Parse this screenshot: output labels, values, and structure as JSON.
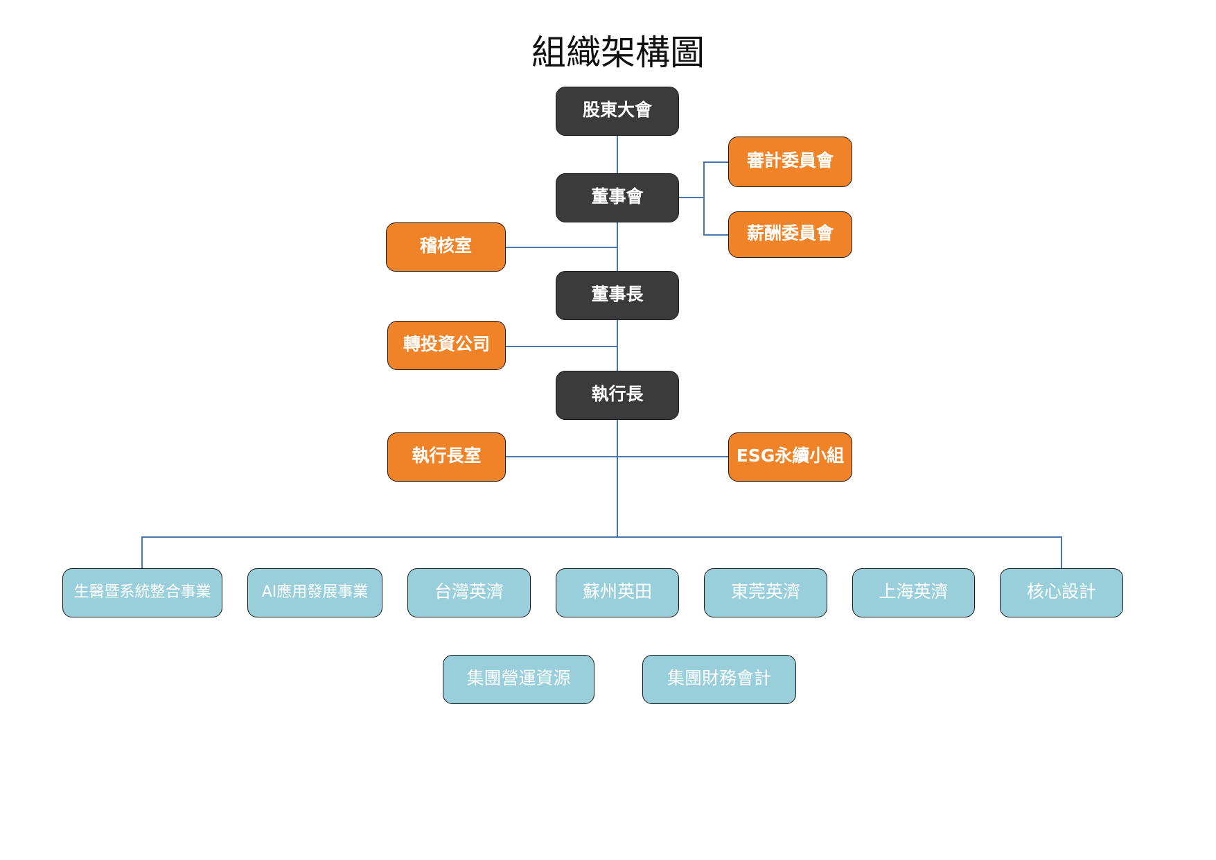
{
  "title": "組織架構圖",
  "colors": {
    "leadership": "#3b3b3b",
    "committee": "#f08228",
    "division": "#99cfdb",
    "connector": "#4a76b0"
  },
  "leadership": [
    "股東大會",
    "董事會",
    "董事長",
    "執行長"
  ],
  "board_committees": [
    "審計委員會",
    "薪酬委員會"
  ],
  "staff_units": {
    "audit": "稽核室",
    "investment": "轉投資公司",
    "ceo_office": "執行長室",
    "esg": "ESG永續小組"
  },
  "divisions_row1": [
    "生醫暨系統整合事業",
    "AI應用發展事業",
    "台灣英濟",
    "蘇州英田",
    "東莞英濟",
    "上海英濟",
    "核心設計"
  ],
  "divisions_row2": [
    "集團營運資源",
    "集團財務會計"
  ]
}
